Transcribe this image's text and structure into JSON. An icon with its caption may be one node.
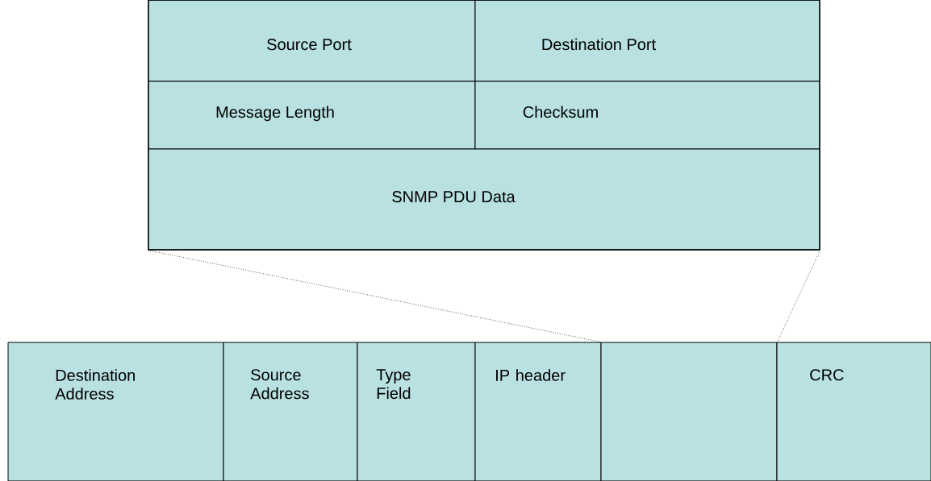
{
  "diagram": {
    "nodes": [
      {
        "text": [],
        "shape": "box"
      },
      {
        "text": [
          "Source Port"
        ],
        "in": 0
      },
      {
        "text": [
          "Destination Port"
        ],
        "in": 0
      },
      {
        "text": [
          "Message Length"
        ],
        "in": 0
      },
      {
        "text": [
          "Checksum"
        ],
        "in": 0
      },
      {
        "text": [
          "SNMP PDU Data"
        ],
        "in": 0
      },
      {
        "text": [
          "Destination Address"
        ]
      },
      {
        "text": [
          "Source Address"
        ]
      },
      {
        "text": [
          "Type Field"
        ]
      },
      {
        "text": [
          "IP header"
        ]
      },
      {
        "text": [],
        "shape": "box"
      },
      {
        "text": [
          "CRC"
        ]
      }
    ],
    "edges": [
      {
        "from": 0,
        "to": 10,
        "arrow": "none",
        "style": "dashed"
      },
      {
        "from": 0,
        "to": 10,
        "arrow": "none",
        "style": "dashed"
      }
    ]
  }
}
